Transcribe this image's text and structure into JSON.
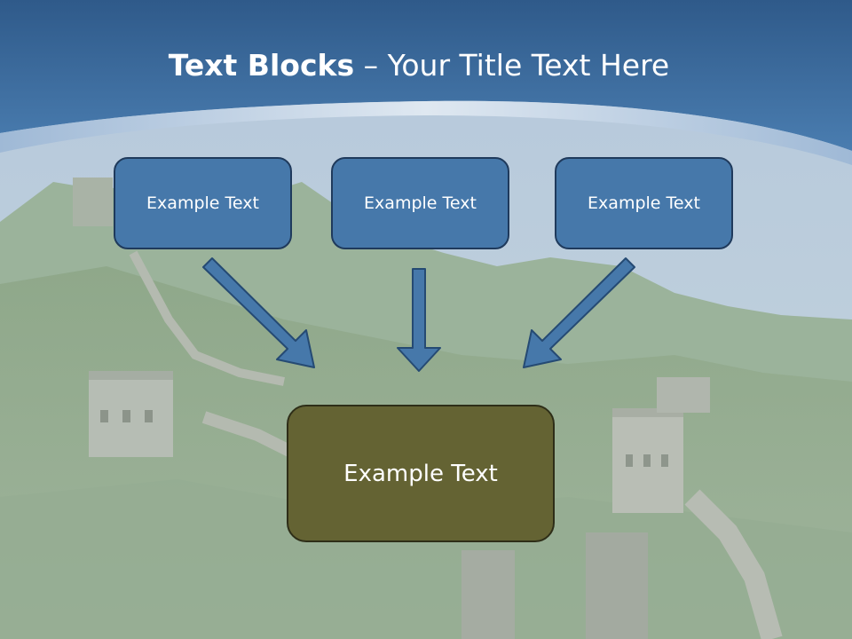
{
  "slide": {
    "title_bold": "Text Blocks",
    "title_dash": "–",
    "title_rest": "Your Title Text Here",
    "top_boxes": [
      "Example Text",
      "Example Text",
      "Example Text"
    ],
    "bottom_box": "Example Text"
  },
  "colors": {
    "header_blue": "#3f6ea0",
    "box_blue": "#4678aa",
    "box_olive": "#646333",
    "arrow_blue": "#4678aa"
  }
}
